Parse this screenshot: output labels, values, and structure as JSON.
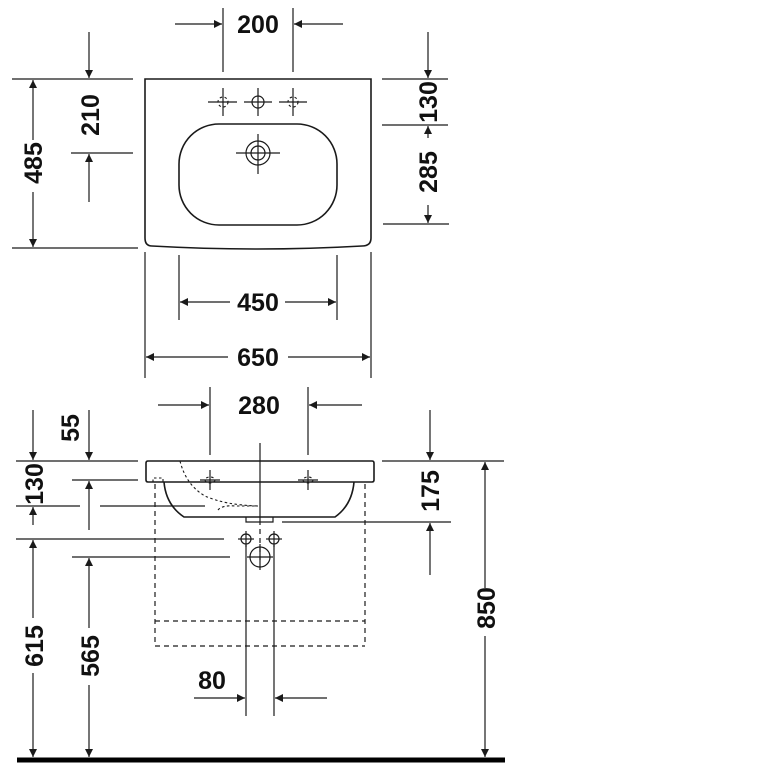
{
  "drawing": {
    "subject": "washbasin dimension drawing",
    "units": "mm",
    "top_view": {
      "dim_tap_hole_spacing": "200",
      "dim_overall_depth": "485",
      "dim_center_to_back": "210",
      "dim_rim_to_bowl": "130",
      "dim_bowl_depth": "285",
      "dim_bowl_width": "450",
      "dim_overall_width": "650"
    },
    "side_view": {
      "dim_fixing_spacing": "280",
      "dim_rim_thickness": "55",
      "dim_overflow_height": "130",
      "dim_bowl_height": "175",
      "dim_installation_height": "850",
      "dim_supply_height": "615",
      "dim_waste_height": "565",
      "dim_supply_spacing": "80"
    },
    "colors": {
      "line": "#1a1a1a",
      "background": "#ffffff"
    }
  }
}
